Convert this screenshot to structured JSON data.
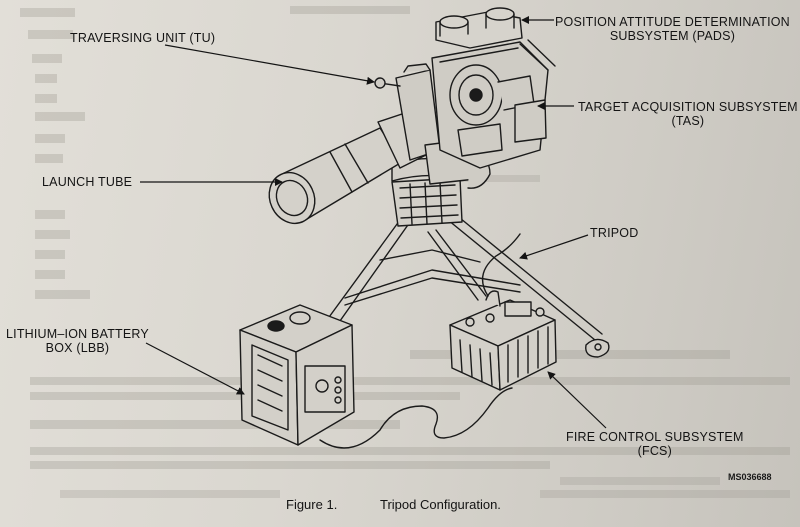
{
  "figure": {
    "number": "Figure 1.",
    "caption": "Tripod Configuration.",
    "code": "MS036688"
  },
  "labels": {
    "pads_line1": "POSITION ATTITUDE DETERMINATION",
    "pads_line2": "SUBSYSTEM (PADS)",
    "tu": "TRAVERSING UNIT (TU)",
    "tas_line1": "TARGET ACQUISITION SUBSYSTEM",
    "tas_line2": "(TAS)",
    "launch_tube": "LAUNCH TUBE",
    "tripod": "TRIPOD",
    "lbb_line1": "LITHIUM–ION BATTERY",
    "lbb_line2": "BOX (LBB)",
    "fcs_line1": "FIRE CONTROL SUBSYSTEM",
    "fcs_line2": "(FCS)"
  },
  "colors": {
    "ink": "#141414",
    "paper": "#dad7d0"
  }
}
